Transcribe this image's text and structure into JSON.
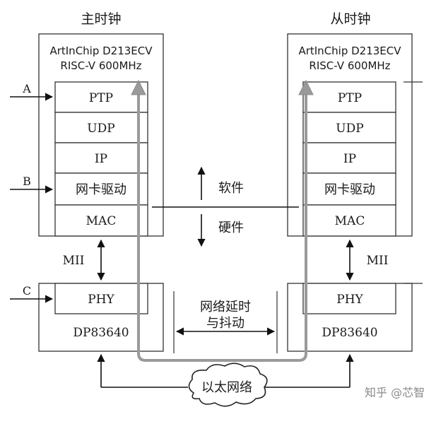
{
  "master": {
    "title": "主时钟",
    "chip": "ArtInChip D213ECV",
    "cpu": "RISC-V 600MHz",
    "layers": [
      "PTP",
      "UDP",
      "IP",
      "网卡驱动",
      "MAC"
    ],
    "phy": "PHY",
    "phy_chip": "DP83640"
  },
  "slave": {
    "title": "从时钟",
    "chip": "ArtInChip D213ECV",
    "cpu": "RISC-V 600MHz",
    "layers": [
      "PTP",
      "UDP",
      "IP",
      "网卡驱动",
      "MAC"
    ],
    "phy": "PHY",
    "phy_chip": "DP83640"
  },
  "inputs": [
    "A",
    "B",
    "C"
  ],
  "mii_label": "MII",
  "software_label": "软件",
  "hardware_label": "硬件",
  "delay_label": [
    "网络延时",
    "与抖动"
  ],
  "network_label": "以太网络",
  "watermark": "知乎 @芯智",
  "colors": {
    "packet_path": "#9a9a9a",
    "stroke": "#333333"
  }
}
